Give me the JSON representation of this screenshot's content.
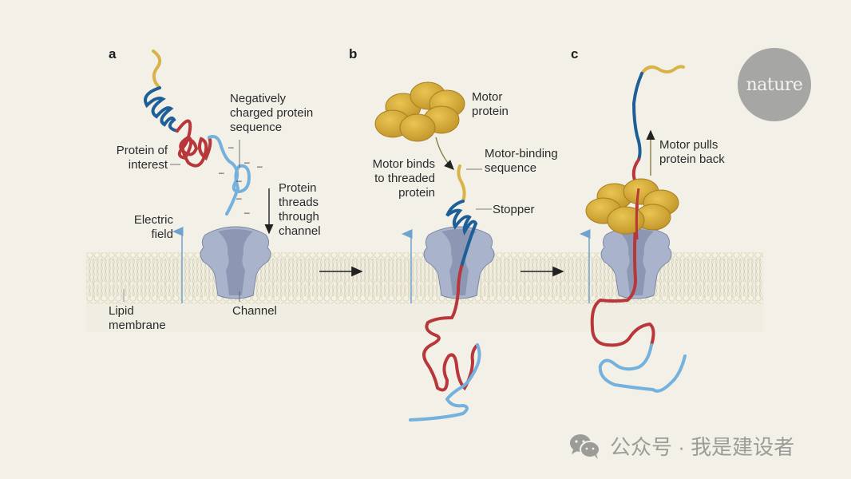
{
  "panels": {
    "a": {
      "letter": "a",
      "labels": {
        "negatively_charged": [
          "Negatively",
          "charged protein",
          "sequence"
        ],
        "protein_of_interest": [
          "Protein of",
          "interest"
        ],
        "protein_threads": [
          "Protein",
          "threads",
          "through",
          "channel"
        ],
        "electric_field": [
          "Electric",
          "field"
        ],
        "lipid_membrane": [
          "Lipid",
          "membrane"
        ],
        "channel": "Channel"
      },
      "charge_symbol": "–"
    },
    "b": {
      "letter": "b",
      "labels": {
        "motor_protein": [
          "Motor",
          "protein"
        ],
        "motor_binds": [
          "Motor binds",
          "to threaded",
          "protein"
        ],
        "motor_binding_sequence": [
          "Motor-binding",
          "sequence"
        ],
        "stopper": "Stopper"
      }
    },
    "c": {
      "letter": "c",
      "labels": {
        "motor_pulls": [
          "Motor pulls",
          "protein back"
        ]
      }
    }
  },
  "logo": {
    "text": "nature"
  },
  "watermark": {
    "icon": "wechat-icon",
    "text": "公众号 · 我是建设者"
  },
  "colors": {
    "background": "#f3f0e8",
    "yellow_tag": "#d9b24a",
    "dark_blue": "#1f5f97",
    "red": "#b8373a",
    "light_blue": "#74b1dc",
    "channel": "#a9b4cc",
    "motor": "#d2a632",
    "membrane": "#e6e2cc"
  }
}
